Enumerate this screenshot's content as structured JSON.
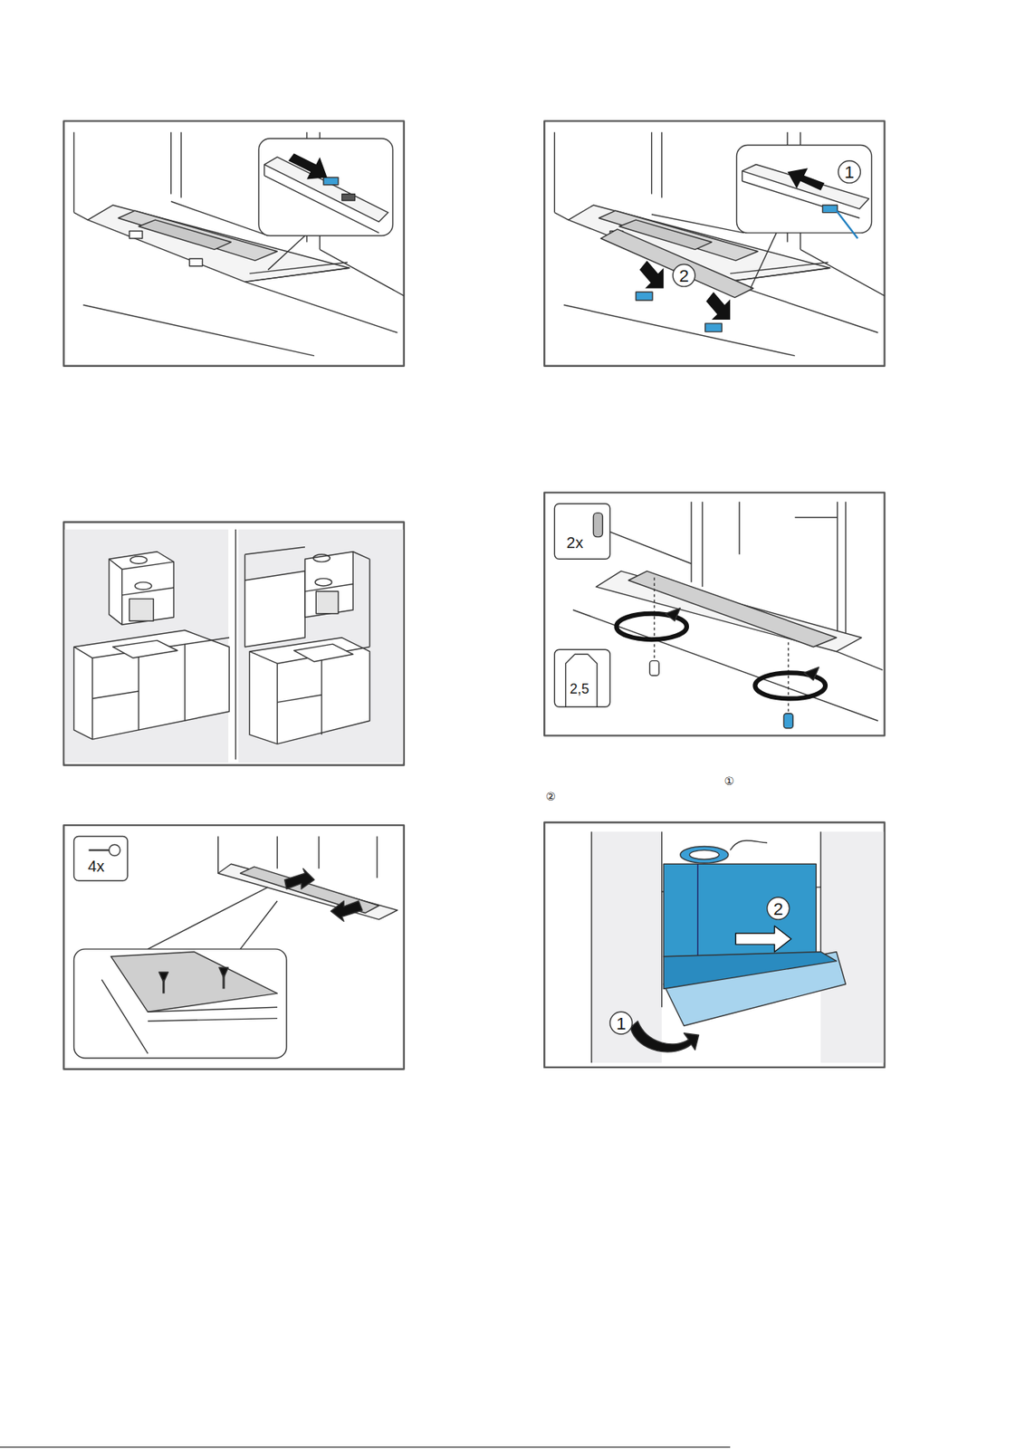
{
  "diagram": {
    "labels": [
      "1",
      "2",
      "2x",
      "2,5",
      "①",
      "②",
      "4x",
      "2",
      "1"
    ]
  }
}
